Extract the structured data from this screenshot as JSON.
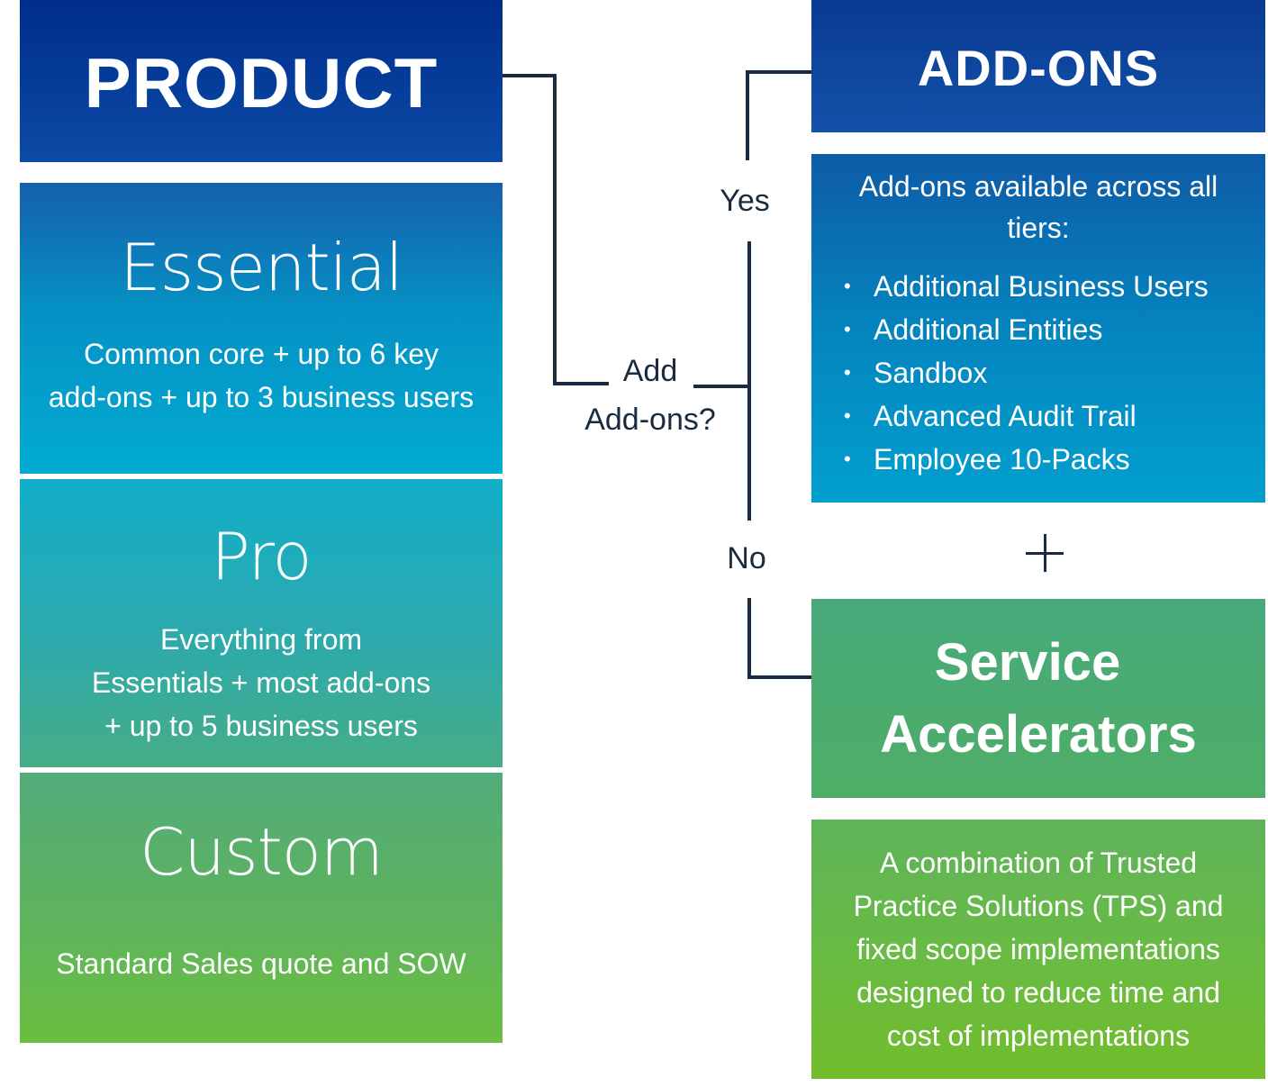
{
  "product": {
    "header": "PRODUCT",
    "tiers": [
      {
        "title": "Essential",
        "description_lines": [
          "Common core + up to 6 key",
          "add-ons + up to 3 business users"
        ]
      },
      {
        "title": "Pro",
        "description_lines": [
          "Everything from",
          "Essentials + most add-ons",
          "+ up to 5 business users"
        ]
      },
      {
        "title": "Custom",
        "description_lines": [
          "Standard Sales quote and SOW"
        ]
      }
    ]
  },
  "decision": {
    "question_lines": [
      "Add",
      "Add-ons?"
    ],
    "yes_label": "Yes",
    "no_label": "No"
  },
  "addons": {
    "header": "ADD-ONS",
    "intro_lines": [
      "Add-ons available across all",
      "tiers:"
    ],
    "bullet_glyph": "•",
    "items": [
      "Additional Business Users",
      "Additional Entities",
      "Sandbox",
      "Advanced Audit Trail",
      "Employee 10-Packs"
    ]
  },
  "service_accelerators": {
    "header_lines": [
      "Service",
      "Accelerators"
    ],
    "description_lines": [
      "A combination of Trusted",
      "Practice Solutions (TPS) and",
      "fixed scope implementations",
      "designed to reduce time and",
      "cost of implementations"
    ]
  },
  "colors": {
    "navy": "#002d8c",
    "blue": "#0592c4",
    "teal": "#2aaab0",
    "green": "#5db35f",
    "line": "#1a2b3f"
  }
}
